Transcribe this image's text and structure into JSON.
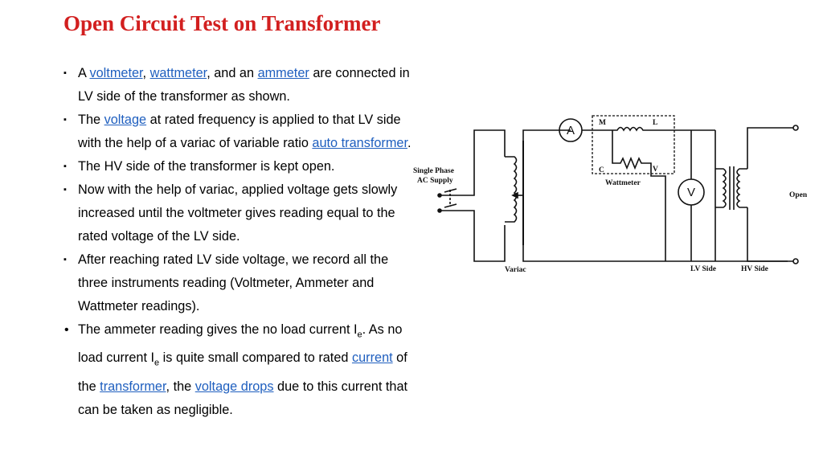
{
  "slide": {
    "title": "Open Circuit Test on Transformer"
  },
  "bullets": {
    "b1": {
      "t0": "A ",
      "l1": "voltmeter",
      "t1": ", ",
      "l2": "wattmeter",
      "t2": ", and an ",
      "l3": "ammeter",
      "t3": " are connected in LV side of the transformer as shown."
    },
    "b2": {
      "t0": "The ",
      "l1": "voltage",
      "t1": " at rated frequency is applied to that LV side with the help of a variac of variable ratio ",
      "l2": "auto transformer",
      "t2": "."
    },
    "b3": {
      "t0": "The HV side of the transformer is kept open."
    },
    "b4": {
      "t0": "Now with the help of variac, applied voltage gets slowly increased until the voltmeter gives reading equal to the rated voltage of the LV side."
    },
    "b5": {
      "t0": "After reaching rated LV side voltage, we record all the three instruments reading (Voltmeter, Ammeter and Wattmeter readings)."
    },
    "b6": {
      "t0": "The ammeter reading gives the no load current I",
      "s0": "e",
      "t1": ". As no load current I",
      "s1": "e",
      "t2": " is quite small compared to rated ",
      "l1": "current",
      "t3": " of the ",
      "l2": "transformer",
      "t4": ", the ",
      "l3": "voltage drops",
      "t5": " due to this current that can be taken as negligible."
    }
  },
  "markers": {
    "square": "▪",
    "dot": "•"
  },
  "diagram": {
    "supply_line1": "Single Phase",
    "supply_line2": "AC Supply",
    "variac": "Variac",
    "wattmeter": "Wattmeter",
    "lv_side": "LV Side",
    "hv_side": "HV Side",
    "open": "Open",
    "ammeter_symbol": "A",
    "voltmeter_symbol": "V",
    "wm_m": "M",
    "wm_l": "L",
    "wm_c": "C",
    "wm_v": "V"
  }
}
